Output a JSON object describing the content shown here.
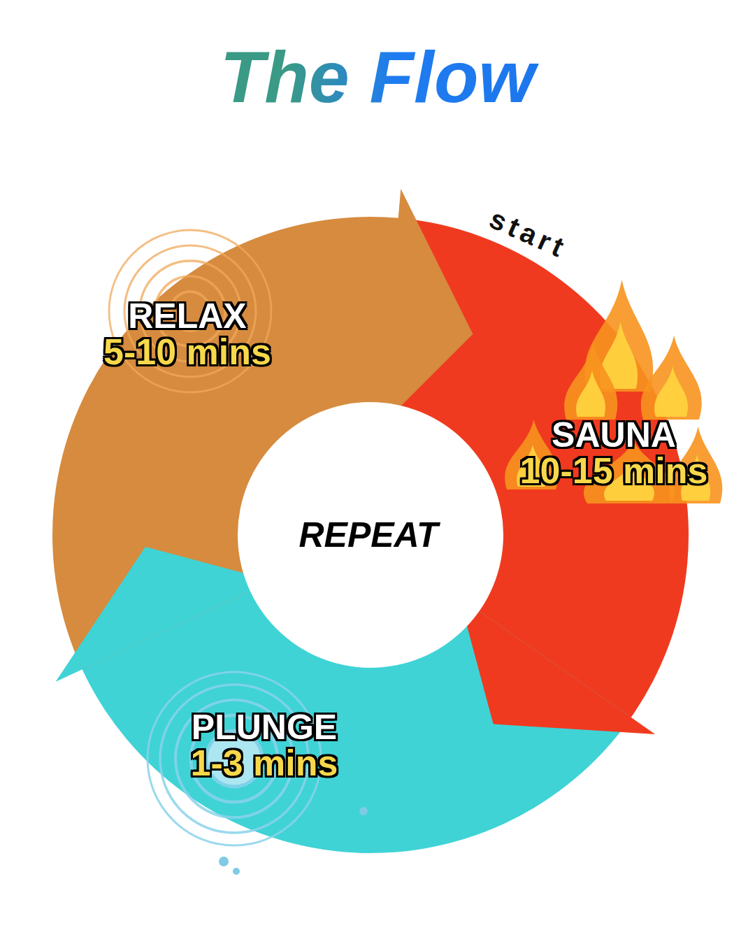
{
  "diagram": {
    "title": "The Flow",
    "nodes": [
      {
        "text": [
          "RELAX",
          "5-10 mins"
        ]
      },
      {
        "text": [
          "SAUNA",
          "10-15 mins"
        ]
      },
      {
        "text": [
          "REPEAT"
        ]
      },
      {
        "text": [
          "PLUNGE",
          "1-3 mins"
        ]
      }
    ],
    "labels": [
      "start"
    ]
  }
}
